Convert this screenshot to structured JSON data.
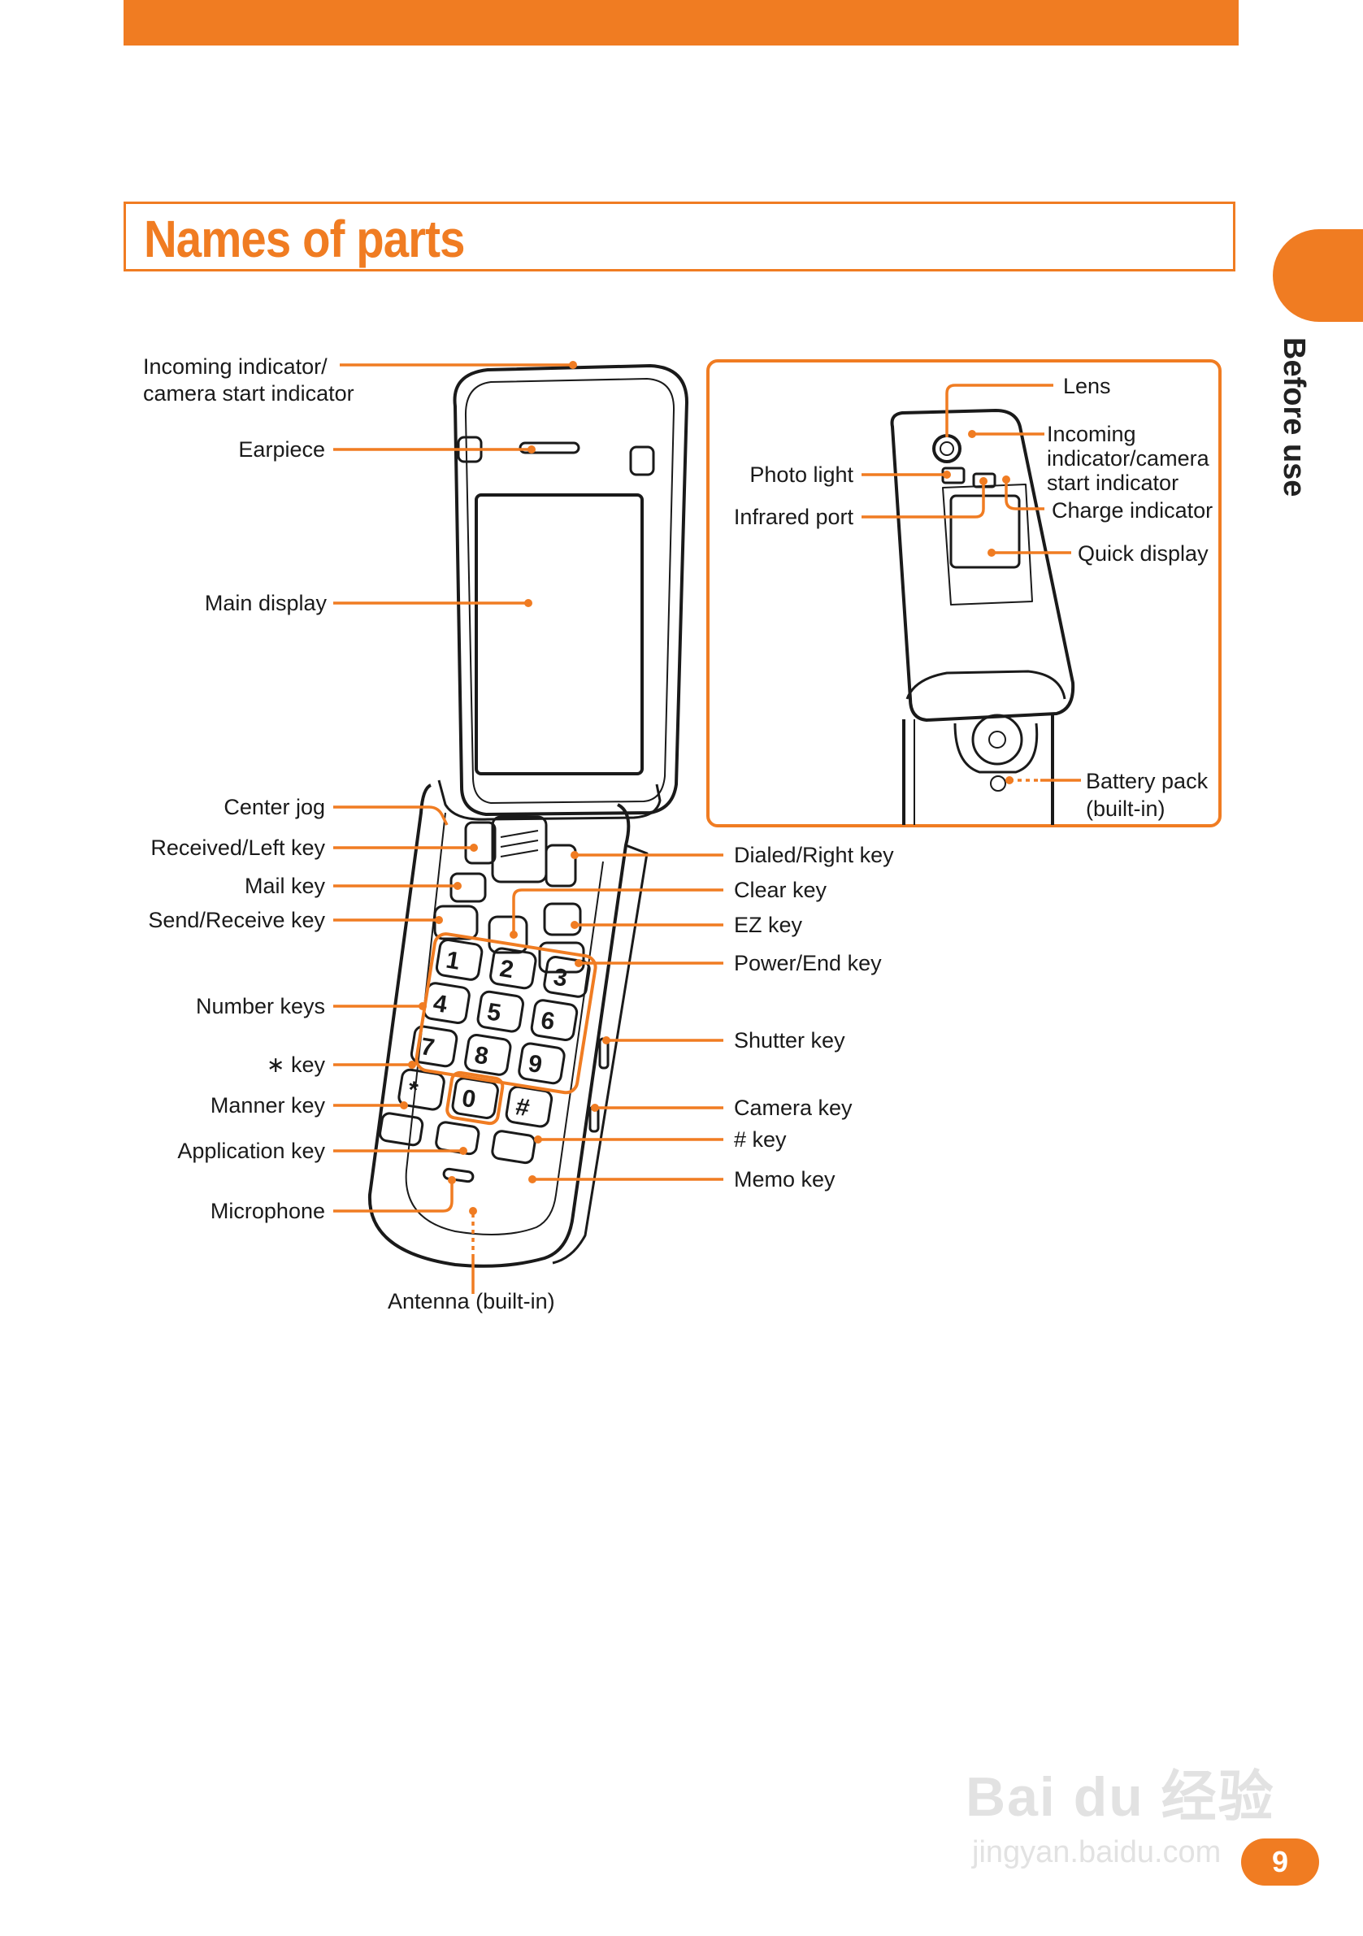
{
  "page": {
    "title": "Names of parts",
    "section_tab": "Before use",
    "page_number": "9",
    "accent_color": "#f07c22"
  },
  "labels": {
    "incoming_camera_left_1": "Incoming indicator/",
    "incoming_camera_left_2": "camera start indicator",
    "earpiece": "Earpiece",
    "main_display": "Main display",
    "center_jog": "Center jog",
    "received_left_key": "Received/Left key",
    "mail_key": "Mail key",
    "send_receive_key": "Send/Receive key",
    "number_keys": "Number keys",
    "star_key": "∗ key",
    "manner_key": "Manner key",
    "application_key": "Application key",
    "microphone": "Microphone",
    "antenna": "Antenna (built-in)",
    "dialed_right_key": "Dialed/Right key",
    "clear_key": "Clear key",
    "ez_key": "EZ key",
    "power_end_key": "Power/End key",
    "shutter_key": "Shutter key",
    "camera_key": "Camera key",
    "hash_key": "# key",
    "memo_key": "Memo key",
    "lens": "Lens",
    "incoming_camera_right_1": "Incoming",
    "incoming_camera_right_2": "indicator/camera",
    "incoming_camera_right_3": "start indicator",
    "photo_light": "Photo light",
    "infrared_port": "Infrared port",
    "charge_indicator": "Charge indicator",
    "quick_display": "Quick display",
    "battery_pack_1": "Battery pack",
    "battery_pack_2": "(built-in)"
  },
  "keypad": {
    "digits": [
      "1",
      "2",
      "3",
      "4",
      "5",
      "6",
      "7",
      "8",
      "9",
      "*",
      "0",
      "#"
    ]
  },
  "watermark": {
    "brand": "Bai du 经验",
    "url": "jingyan.baidu.com"
  }
}
